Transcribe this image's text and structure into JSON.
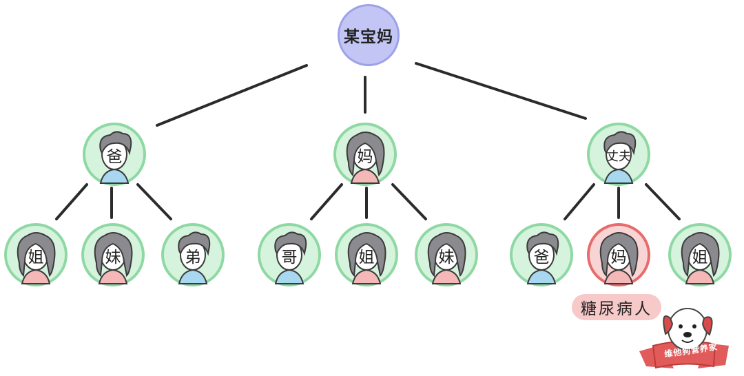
{
  "root": {
    "label": "某宝妈"
  },
  "groups": [
    {
      "parent": {
        "label": "爸",
        "gender": "male"
      },
      "children": [
        {
          "label": "姐",
          "gender": "female"
        },
        {
          "label": "妹",
          "gender": "female"
        },
        {
          "label": "弟",
          "gender": "male"
        }
      ]
    },
    {
      "parent": {
        "label": "妈",
        "gender": "female"
      },
      "children": [
        {
          "label": "哥",
          "gender": "male"
        },
        {
          "label": "姐",
          "gender": "female"
        },
        {
          "label": "妹",
          "gender": "female"
        }
      ]
    },
    {
      "parent": {
        "label": "丈夫",
        "gender": "male"
      },
      "children": [
        {
          "label": "爸",
          "gender": "male"
        },
        {
          "label": "妈",
          "gender": "female",
          "highlight": true
        },
        {
          "label": "姐",
          "gender": "female"
        }
      ]
    }
  ],
  "tag": {
    "label": "糖尿病人"
  },
  "logo": {
    "text": "维他狗营养家"
  },
  "colors": {
    "root_fill": "#c3c6f5",
    "node_ring": "#8ed9a3",
    "node_fill": "#d6f3dd",
    "highlight_ring": "#e86b6b",
    "highlight_fill": "#f9d4d4",
    "line": "#2b2b2b",
    "hair": "#8a8a8f"
  }
}
